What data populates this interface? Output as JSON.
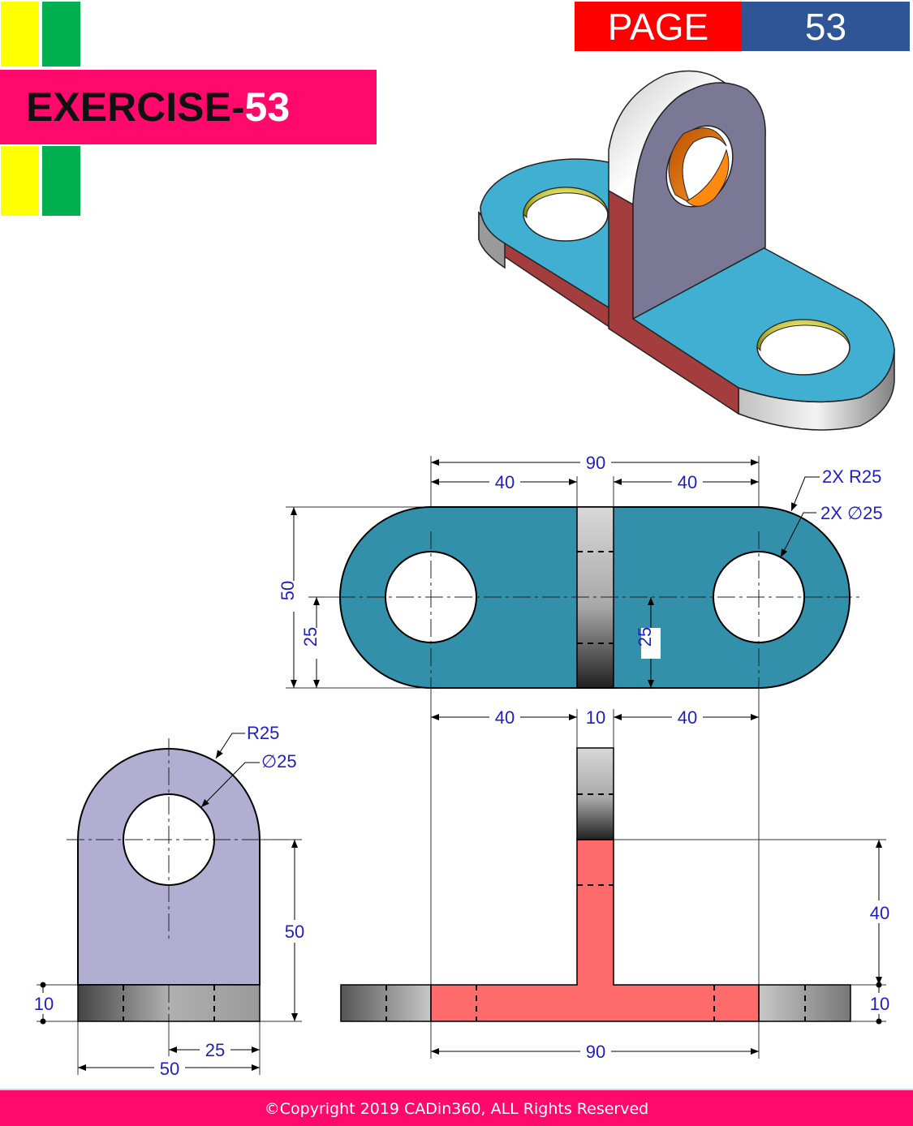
{
  "header": {
    "exercise_prefix": "EXERCISE-",
    "exercise_number": "53",
    "page_label": "PAGE",
    "page_number": "53"
  },
  "colors": {
    "accent_pink": "#ff0a6c",
    "page_red": "#ff0000",
    "page_blue": "#2f5597",
    "yellow_bar": "#ffff00",
    "green_bar": "#00b050",
    "dimension_blue": "#1f1fbf"
  },
  "drawing": {
    "top_view": {
      "dim_overall": "90",
      "dim_left": "40",
      "dim_right": "40",
      "radius_note": "2X R25",
      "hole_note": "2X ∅25",
      "height": "50",
      "half_height_left": "25",
      "half_height_center": "25"
    },
    "front_view": {
      "dim_left": "40",
      "dim_web": "10",
      "dim_right": "40",
      "rib_height": "40",
      "base_thickness": "10",
      "dim_bottom": "90"
    },
    "side_view": {
      "radius_note": "R25",
      "hole_note": "∅25",
      "height": "50",
      "base_thickness": "10",
      "half_width": "25",
      "width": "50"
    }
  },
  "footer": {
    "copyright": "©Copyright 2019 CADin360, ALL Rights Reserved"
  }
}
